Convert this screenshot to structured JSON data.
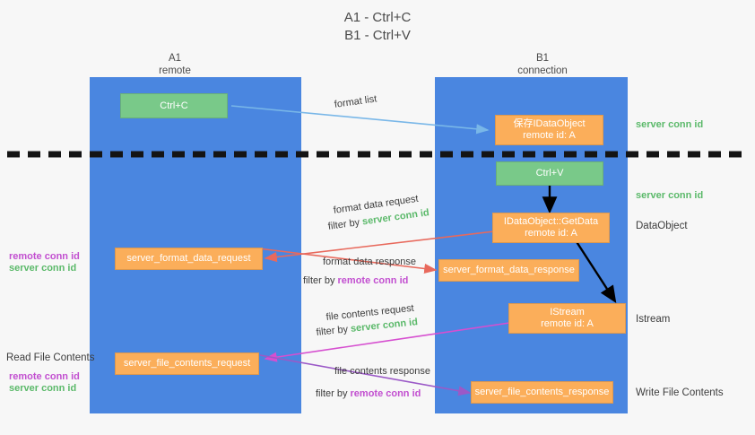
{
  "title": "A1 - Ctrl+C\nB1 - Ctrl+V",
  "columns": {
    "left": {
      "header": "A1\nremote"
    },
    "right": {
      "header": "B1\nconnection"
    }
  },
  "boxes": {
    "ctrl_c": {
      "label": "Ctrl+C"
    },
    "save_idataobject": {
      "label": "保存IDataObject\nremote id: A"
    },
    "ctrl_v": {
      "label": "Ctrl+V"
    },
    "getdata": {
      "label": "IDataObject::GetData\nremote id: A"
    },
    "server_format_data_request": {
      "label": "server_format_data_request"
    },
    "server_format_data_response": {
      "label": "server_format_data_response"
    },
    "istream": {
      "label": "IStream\nremote id: A"
    },
    "server_file_contents_request": {
      "label": "server_file_contents_request"
    },
    "server_file_contents_response": {
      "label": "server_file_contents_response"
    }
  },
  "edge_labels": {
    "format_list": "format list",
    "format_data_request": "format data request",
    "format_data_request_filter_prefix": "filter by ",
    "format_data_request_filter_value": "server conn id",
    "format_data_response": "format data response",
    "format_data_response_filter_prefix": "filter by ",
    "format_data_response_filter_value": "remote conn id",
    "file_contents_request": "file contents request",
    "file_contents_request_filter_prefix": "filter by ",
    "file_contents_request_filter_value": "server conn id",
    "file_contents_response": "file contents response",
    "file_contents_response_filter_prefix": "filter by ",
    "file_contents_response_filter_value": "remote conn id"
  },
  "side_labels": {
    "server_conn_id_top": "server conn id",
    "server_conn_id_second": "server conn id",
    "dataobject": "DataObject",
    "istream": "Istream",
    "write_file_contents": "Write File Contents",
    "left_remote_conn_id_1": "remote conn id",
    "left_server_conn_id_1": "server conn id",
    "read_file_contents": "Read File Contents",
    "left_remote_conn_id_2": "remote conn id",
    "left_server_conn_id_2": "server conn id"
  },
  "colors": {
    "lane": "#4a86e0",
    "green_box": "#79c989",
    "orange_box": "#fbae5a",
    "green_text": "#5bb96a",
    "purple_text": "#c24fd0",
    "arrow_blue": "#79b7e8",
    "arrow_red": "#e8695c",
    "arrow_black": "#000000",
    "arrow_magenta": "#d64fd0",
    "arrow_purple": "#9b59c7",
    "divider": "#141414",
    "background": "#f7f7f7"
  }
}
